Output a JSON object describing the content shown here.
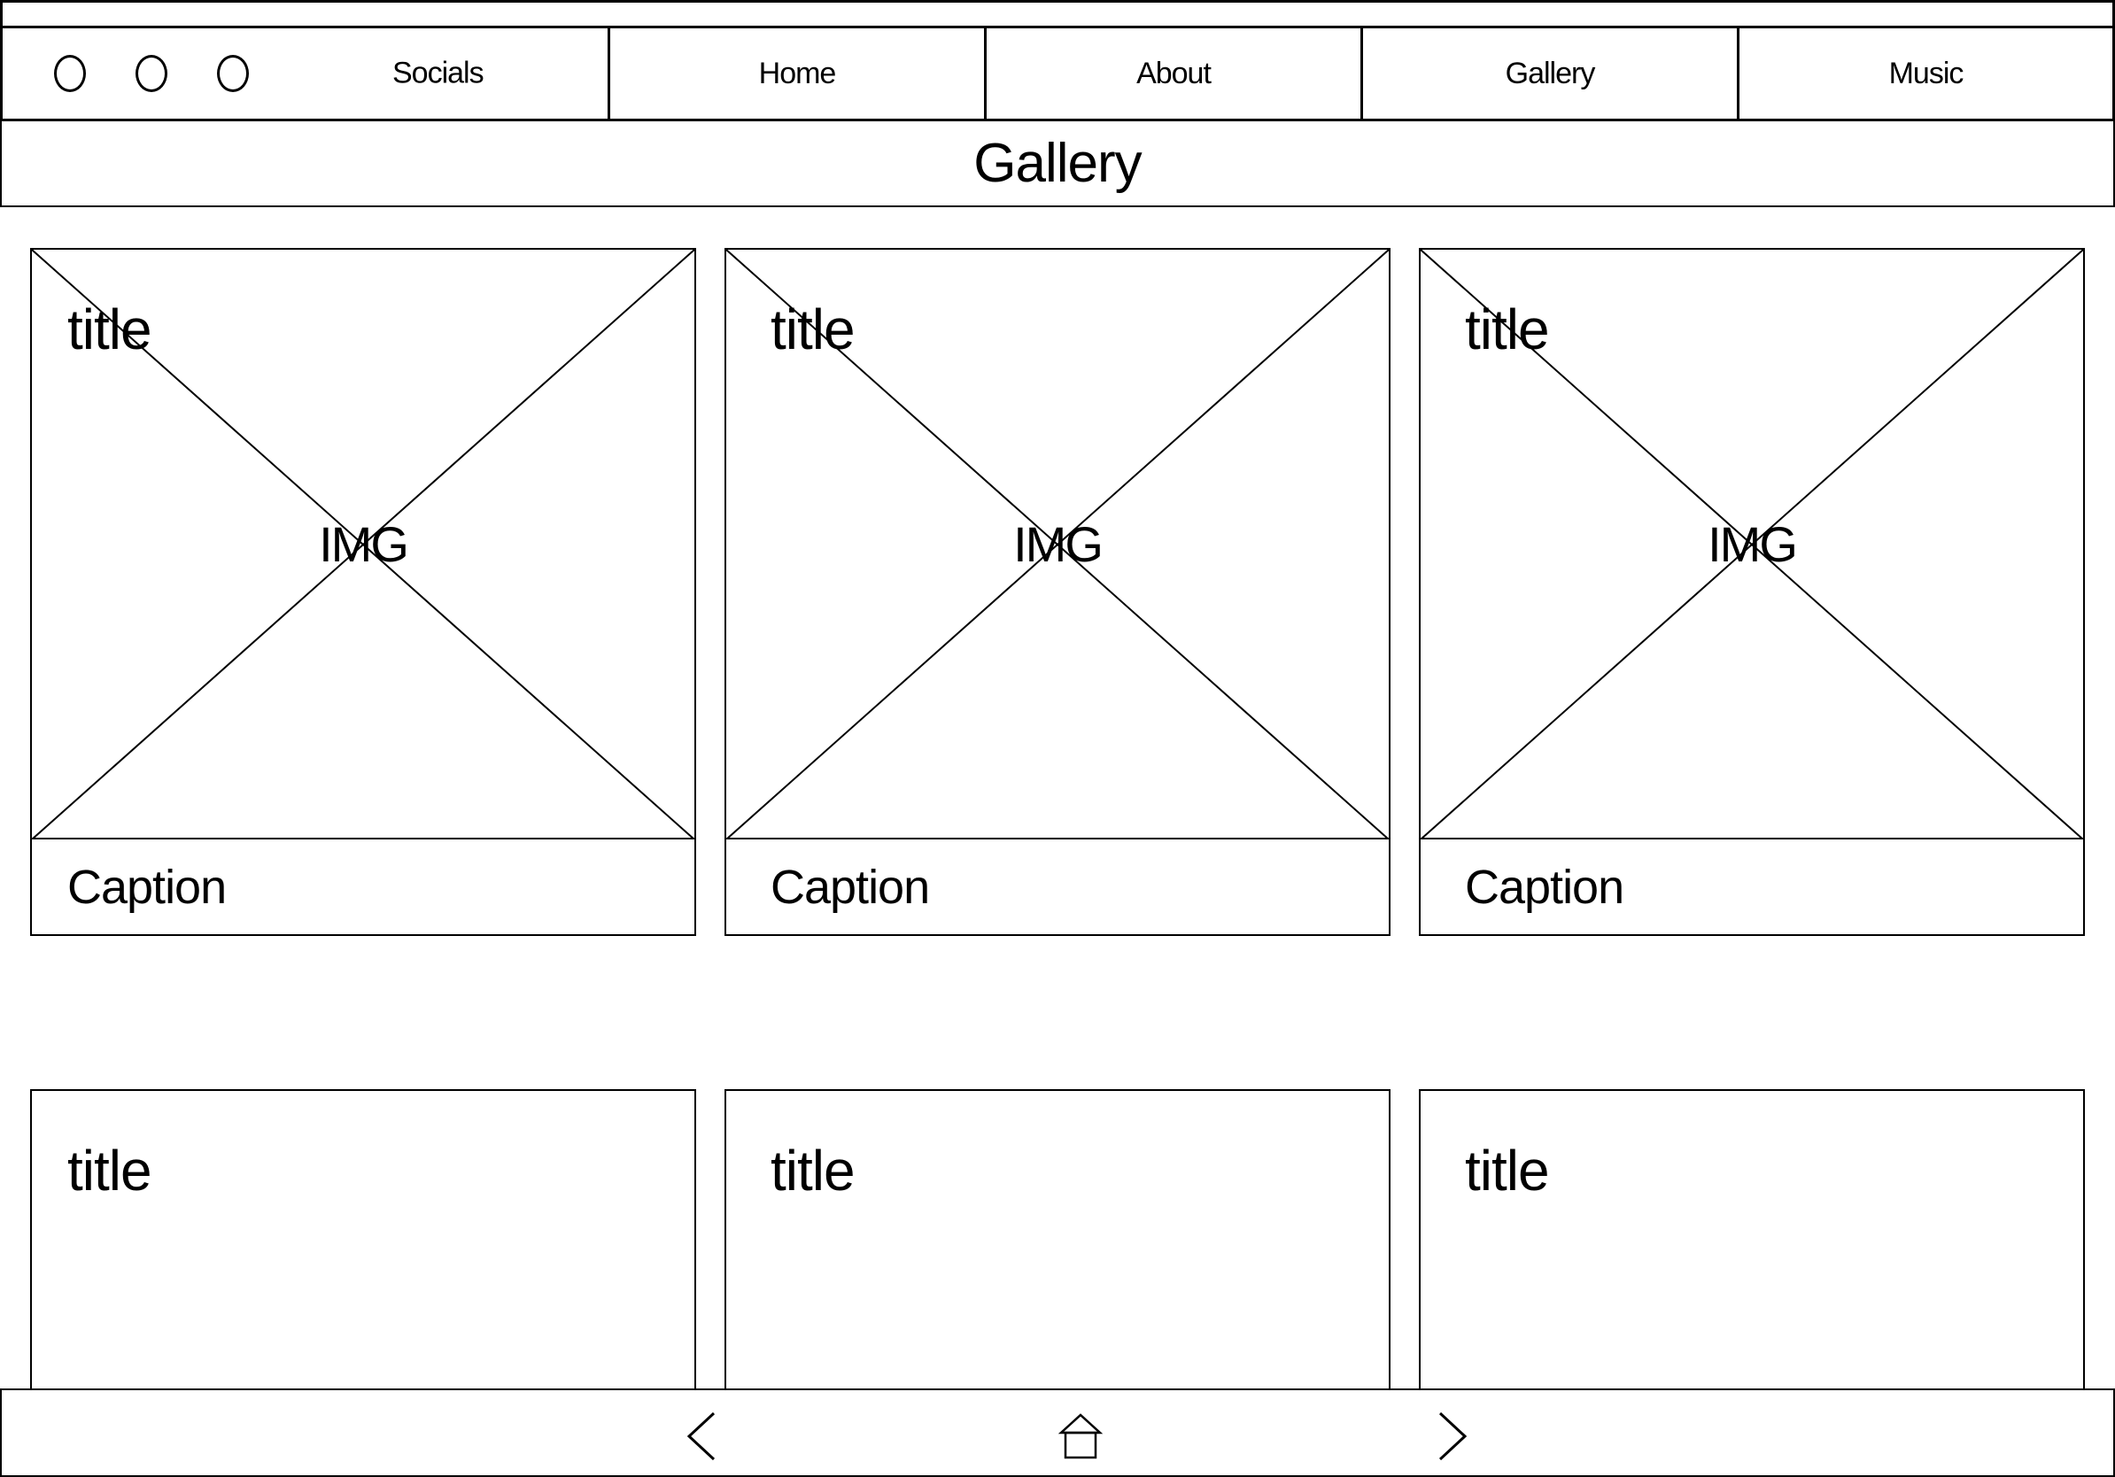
{
  "nav": {
    "socials_label": "Socials",
    "items": [
      {
        "label": "Home"
      },
      {
        "label": "About"
      },
      {
        "label": "Gallery"
      },
      {
        "label": "Music"
      }
    ]
  },
  "page": {
    "title": "Gallery"
  },
  "gallery": {
    "row1": [
      {
        "title": "title",
        "img_label": "IMG",
        "caption": "Caption"
      },
      {
        "title": "title",
        "img_label": "IMG",
        "caption": "Caption"
      },
      {
        "title": "title",
        "img_label": "IMG",
        "caption": "Caption"
      }
    ],
    "row2": [
      {
        "title": "title"
      },
      {
        "title": "title"
      },
      {
        "title": "title"
      }
    ]
  },
  "footer": {
    "icons": [
      "chevron-left-icon",
      "home-icon",
      "chevron-right-icon"
    ]
  }
}
